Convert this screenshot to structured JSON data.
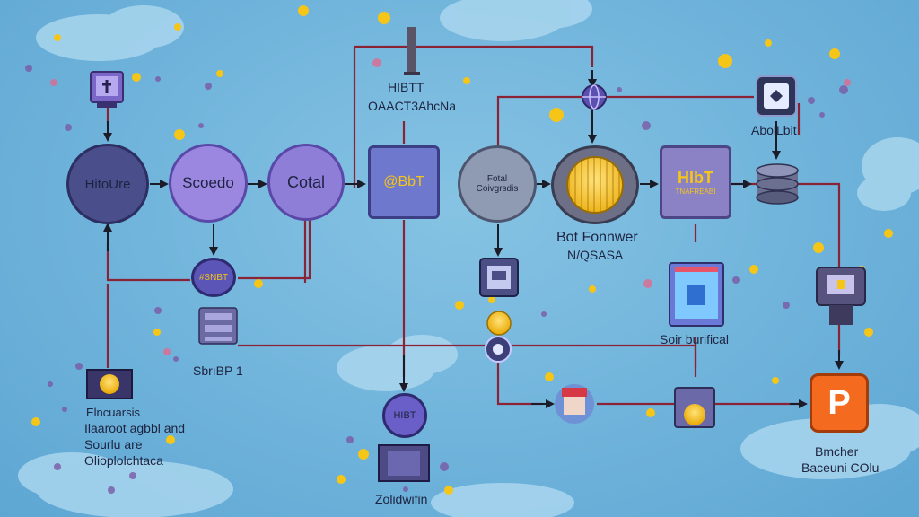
{
  "colors": {
    "connector": "#8b2336",
    "arrow": "#1c1c28",
    "node_dark": "#4a4f8c",
    "node_purple": "#8e7ed8",
    "node_violet": "#6e63b8",
    "node_grey": "#8f9bb3",
    "coin": "#f5c518",
    "orange": "#f46a1f"
  },
  "nodes": {
    "hitoure": "HitoUre",
    "scoedo": "Scoedo",
    "cotal": "Cotal",
    "abt": "@BbT",
    "fotal": "Fotal",
    "fotal_sub": "Coivgrsdis",
    "hibt_box": "HIbT",
    "hibt_box_sub": "TNAFREABI",
    "scoedo_badge": "#SNBT",
    "bottom_badge": "HIBT"
  },
  "labels": {
    "hibtt": "HIBTT",
    "hibtt_sub": "OAACT3AhcNa",
    "abolbit": "AbolLbit",
    "bot_l1": "Bot Fonnwer",
    "bot_l2": "N/QSASA",
    "sbr": "SbrıBP 1",
    "soir": "Soir burifical",
    "elec_l1": "Elncuarsis",
    "elec_l2": "Ilaaroot agbbl and",
    "elec_l3": "Sourlu are",
    "elec_l4": "Olioplolchtaca",
    "zolid": "Zolidwifin",
    "bricher_l1": "Bmcher",
    "bricher_l2": "Baceuni COlu",
    "orange_glyph": "P"
  },
  "icons": {
    "top_left": "cross-monitor-icon",
    "top_tower": "tower-icon",
    "globe": "globe-icon",
    "tablet": "tablet-icon",
    "coin": "coin-icon",
    "database": "database-icon",
    "robot": "robot-icon",
    "server": "server-icon",
    "orange_app": "app-tile-icon"
  }
}
